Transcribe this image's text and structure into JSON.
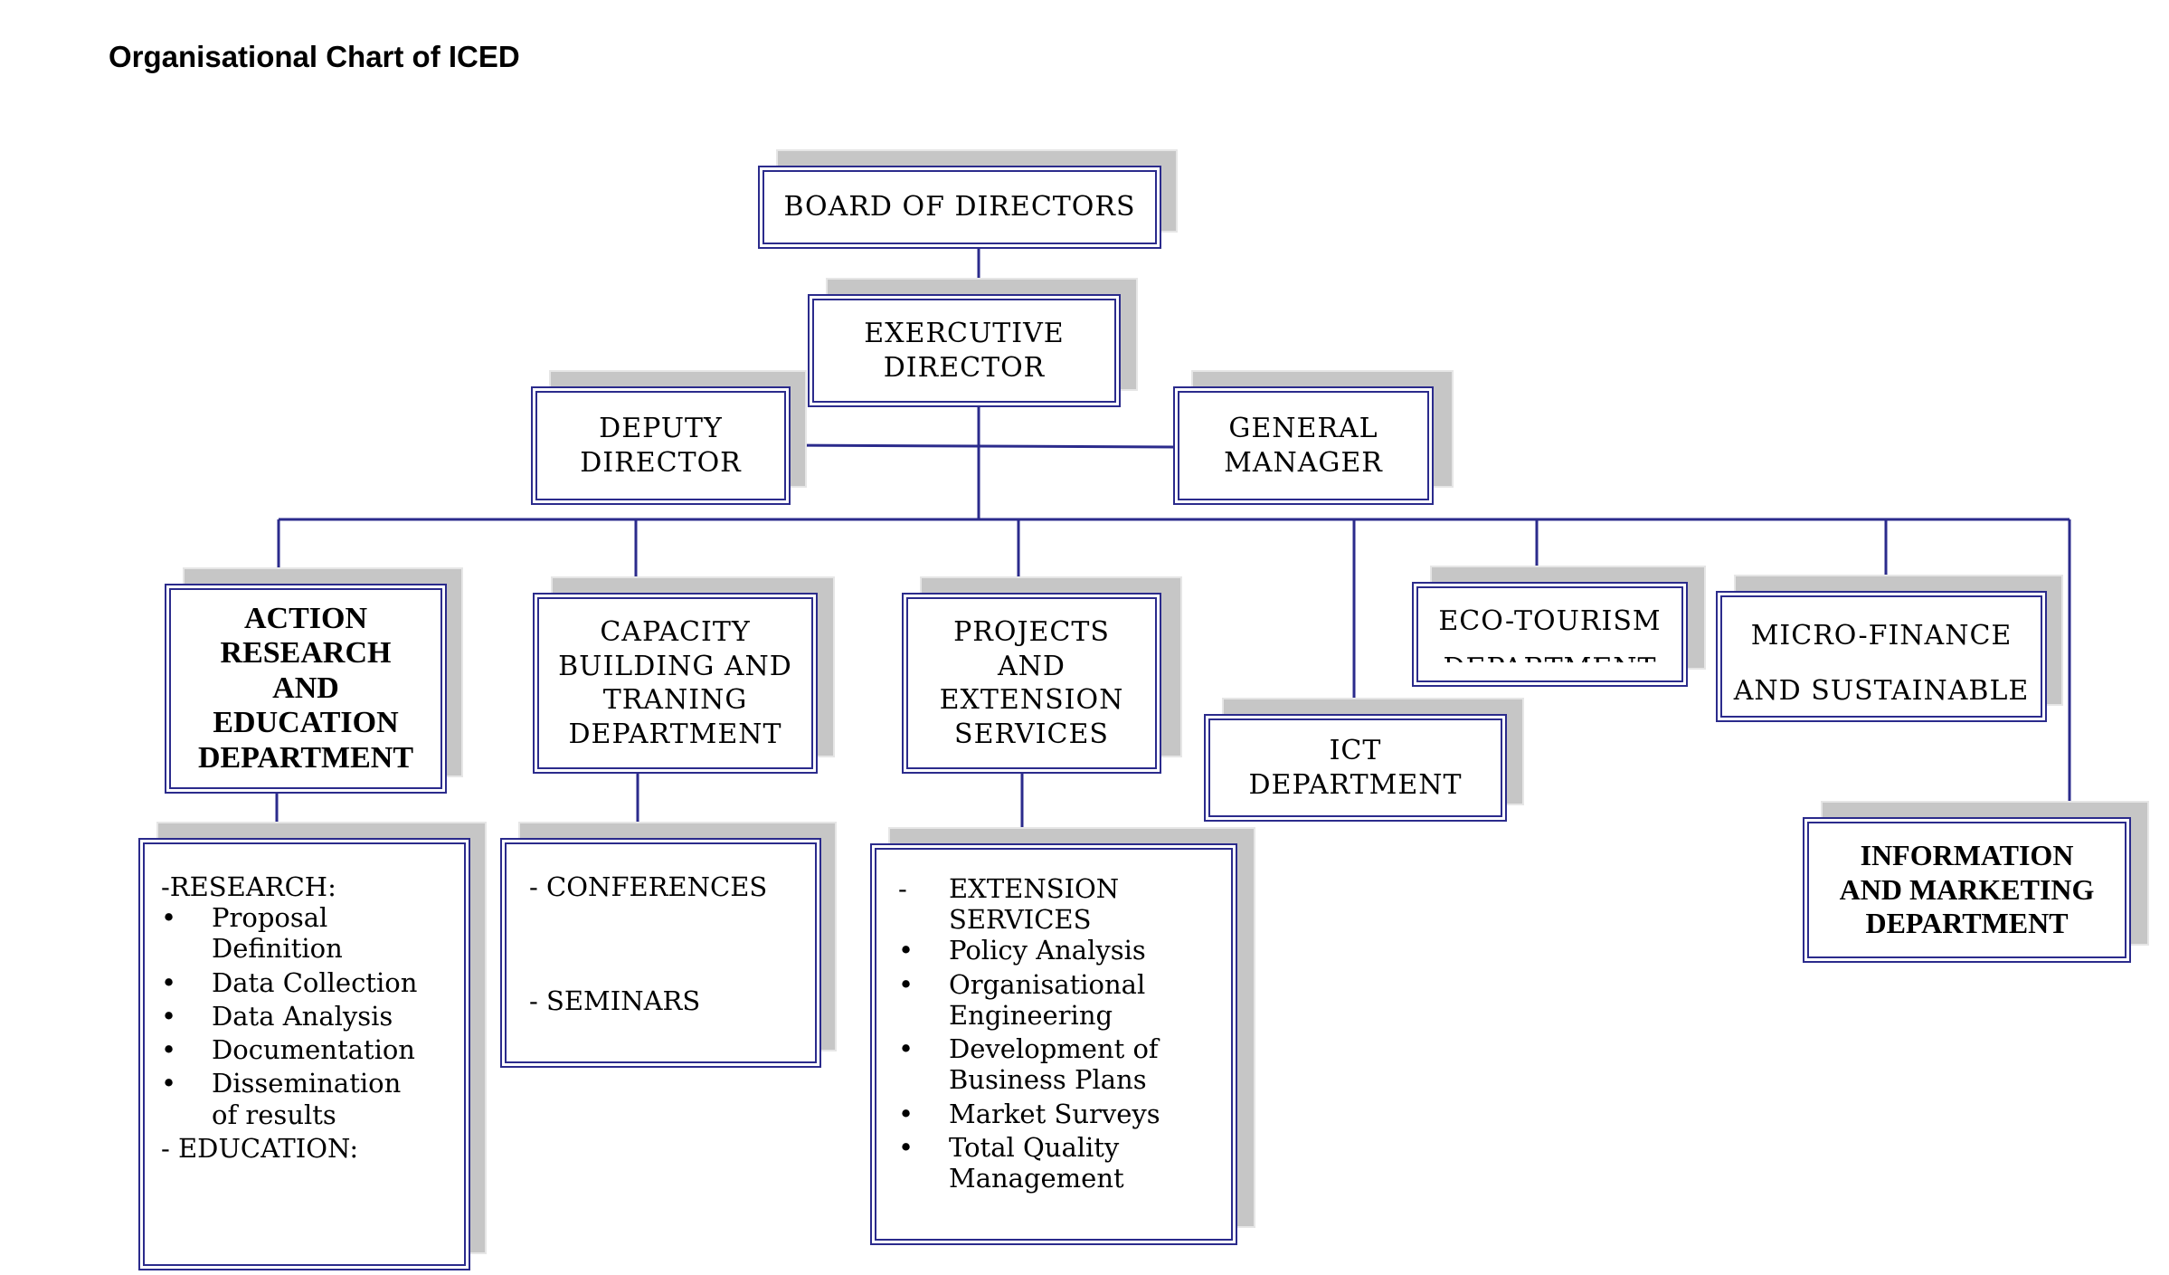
{
  "title": "Organisational Chart of ICED",
  "colors": {
    "line": "#2b2b8c",
    "frame": "#2b2b8c",
    "shadow": "#c6c6c6"
  },
  "nodes": {
    "board": "BOARD OF DIRECTORS",
    "executive_line1": "EXERCUTIVE",
    "executive_line2": "DIRECTOR",
    "deputy_line1": "DEPUTY",
    "deputy_line2": "DIRECTOR",
    "general_line1": "GENERAL",
    "general_line2": "MANAGER",
    "action_lines": [
      "ACTION",
      "RESEARCH",
      "AND",
      "EDUCATION",
      "DEPARTMENT"
    ],
    "capacity_lines": [
      "CAPACITY",
      "BUILDING AND",
      "TRANING",
      "DEPARTMENT"
    ],
    "projects_lines": [
      "PROJECTS",
      "AND",
      "EXTENSION",
      "SERVICES"
    ],
    "ict_line1": "ICT",
    "ict_line2": "DEPARTMENT",
    "eco_line1": "ECO-TOURISM",
    "eco_line2": "DEPARTMENT",
    "micro_line1": "MICRO-FINANCE",
    "micro_line2": "AND SUSTAINABLE",
    "info_lines": [
      "INFORMATION",
      "AND MARKETING",
      "DEPARTMENT"
    ]
  },
  "research_box": {
    "research_heading": "-RESEARCH:",
    "research_items": [
      "Proposal Definition",
      "Data Collection",
      "Data Analysis",
      "Documentation",
      "Dissemination of results"
    ],
    "education_heading": "- EDUCATION:"
  },
  "conferences_box": {
    "item1": "- CONFERENCES",
    "item2": "- SEMINARS"
  },
  "extension_box": {
    "heading_dash": "-",
    "heading_line1": "EXTENSION",
    "heading_line2": "SERVICES",
    "items": [
      "Policy Analysis",
      "Organisational Engineering",
      "Development of Business Plans",
      "Market Surveys",
      "Total Quality Management"
    ]
  }
}
